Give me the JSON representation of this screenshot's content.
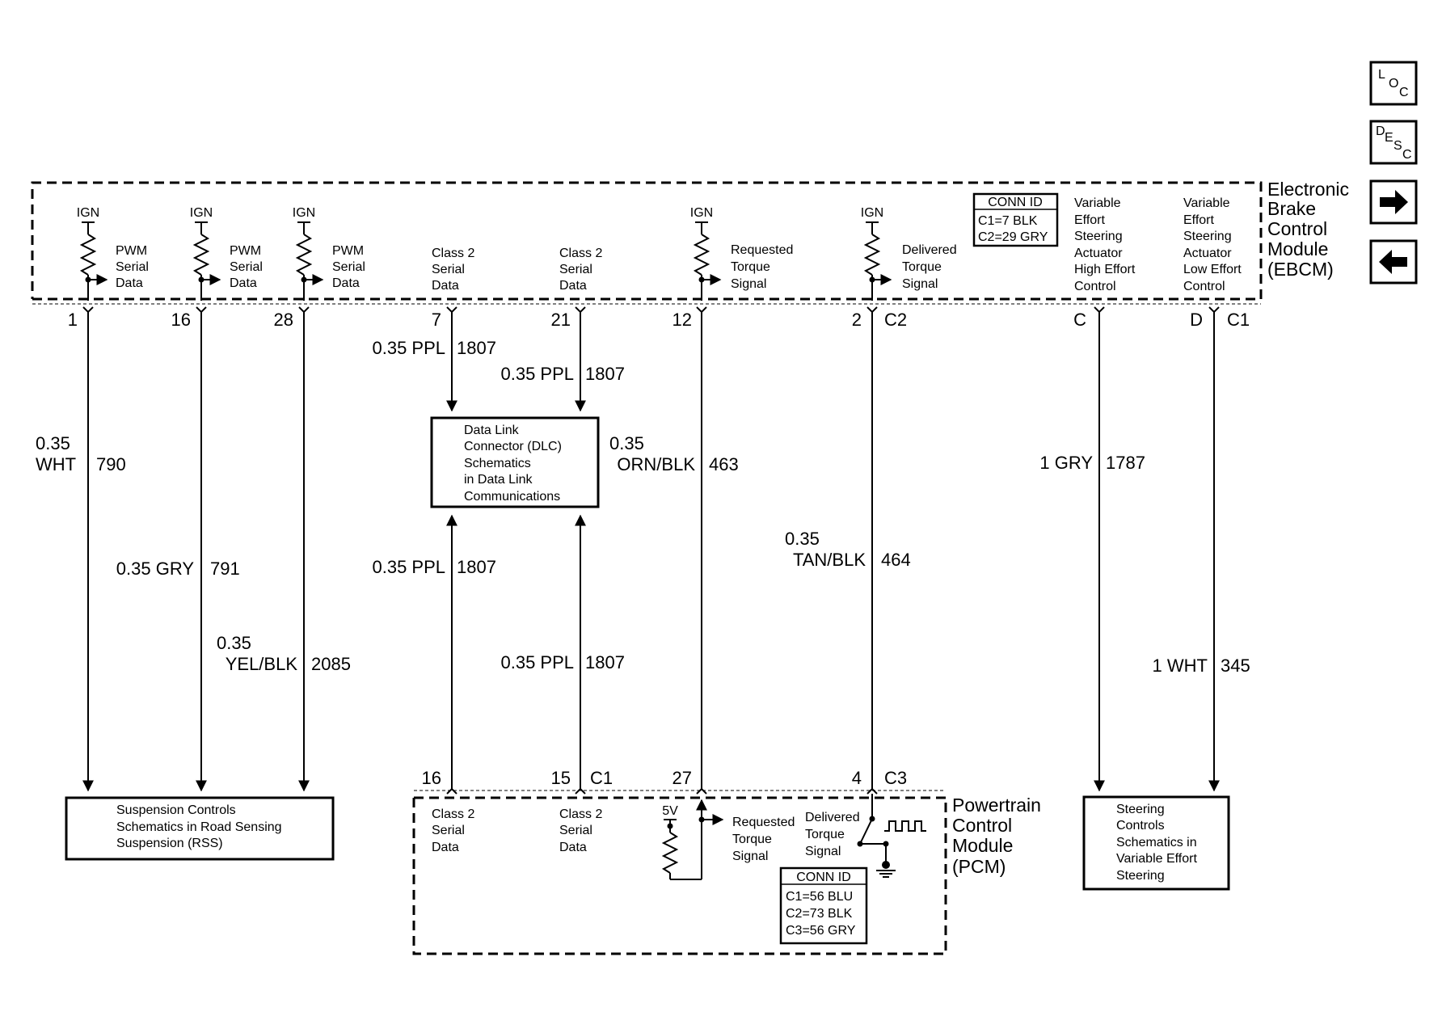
{
  "nav": {
    "loc": {
      "big": "L",
      "mid": "O",
      "sub": "C"
    },
    "desc": {
      "big": "D",
      "mid": "E",
      "mid2": "S",
      "sub": "C"
    }
  },
  "ebcm": {
    "title": [
      "Electronic",
      "Brake",
      "Control",
      "Module",
      "(EBCM)"
    ],
    "conn_id": {
      "title": "CONN ID",
      "lines": [
        "C1=7 BLK",
        "C2=29 GRY"
      ]
    },
    "ign": "IGN",
    "pwm": [
      "PWM",
      "Serial",
      "Data"
    ],
    "class2": [
      "Class 2",
      "Serial",
      "Data"
    ],
    "req": [
      "Requested",
      "Torque",
      "Signal"
    ],
    "del": [
      "Delivered",
      "Torque",
      "Signal"
    ],
    "hi": [
      "Variable",
      "Effort",
      "Steering",
      "Actuator",
      "High Effort",
      "Control"
    ],
    "lo": [
      "Variable",
      "Effort",
      "Steering",
      "Actuator",
      "Low Effort",
      "Control"
    ]
  },
  "ebcm_pins": {
    "p1": "1",
    "p16": "16",
    "p28": "28",
    "p7": "7",
    "p21": "21",
    "p12": "12",
    "p2": "2",
    "c2": "C2",
    "pc": "C",
    "pd": "D",
    "c1": "C1"
  },
  "wires": {
    "w790": [
      "0.35",
      "WHT",
      "790"
    ],
    "w791": [
      "0.35 GRY",
      "791"
    ],
    "w2085": [
      "0.35",
      "YEL/BLK",
      "2085"
    ],
    "ppl": [
      "0.35 PPL",
      "1807"
    ],
    "w463": [
      "0.35",
      "ORN/BLK",
      "463"
    ],
    "w464": [
      "0.35",
      "TAN/BLK",
      "464"
    ],
    "w1787": [
      "1 GRY",
      "1787"
    ],
    "w345": [
      "1 WHT",
      "345"
    ]
  },
  "dlc": [
    "Data Link",
    "Connector (DLC)",
    "Schematics",
    "in Data Link",
    "Communications"
  ],
  "rss": [
    "Suspension Controls",
    "Schematics in Road Sensing",
    "Suspension (RSS)"
  ],
  "steer": [
    "Steering",
    "Controls",
    "Schematics in",
    "Variable Effort",
    "Steering"
  ],
  "pcm": {
    "title": [
      "Powertrain",
      "Control",
      "Module",
      "(PCM)"
    ],
    "pins": {
      "p16": "16",
      "p15": "15",
      "c1": "C1",
      "p27": "27",
      "p4": "4",
      "c3": "C3"
    },
    "class2": [
      "Class 2",
      "Serial",
      "Data"
    ],
    "v5": "5V",
    "req": [
      "Requested",
      "Torque",
      "Signal"
    ],
    "del": [
      "Delivered",
      "Torque",
      "Signal"
    ],
    "conn_id": {
      "title": "CONN ID",
      "lines": [
        "C1=56 BLU",
        "C2=73 BLK",
        "C3=56 GRY"
      ]
    }
  }
}
